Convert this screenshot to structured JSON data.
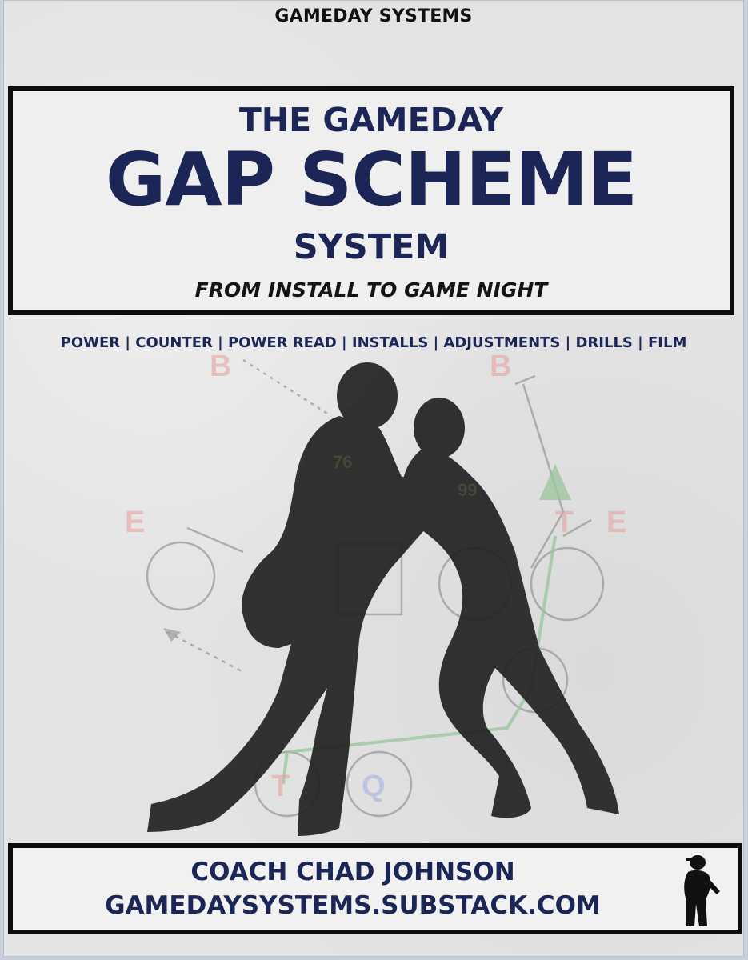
{
  "header": {
    "brand": "GAMEDAY SYSTEMS"
  },
  "title_block": {
    "line1": "THE GAMEDAY",
    "line2": "GAP SCHEME",
    "line3": "SYSTEM",
    "subtitle": "FROM INSTALL TO GAME NIGHT"
  },
  "topics": "POWER | COUNTER | POWER READ | INSTALLS | ADJUSTMENTS | DRILLS | FILM",
  "diagram": {
    "labels": [
      "B",
      "B",
      "E",
      "T",
      "E",
      "T",
      "Q"
    ],
    "jersey_numbers": [
      "76",
      "99"
    ]
  },
  "footer": {
    "coach": "COACH CHAD JOHNSON",
    "site": "GAMEDAYSYSTEMS.SUBSTACK.COM"
  },
  "colors": {
    "navy": "#1b2556",
    "faint_red": "#e7a3a3",
    "faint_green": "#9fc49f",
    "faint_blue": "#a6b3e0"
  }
}
